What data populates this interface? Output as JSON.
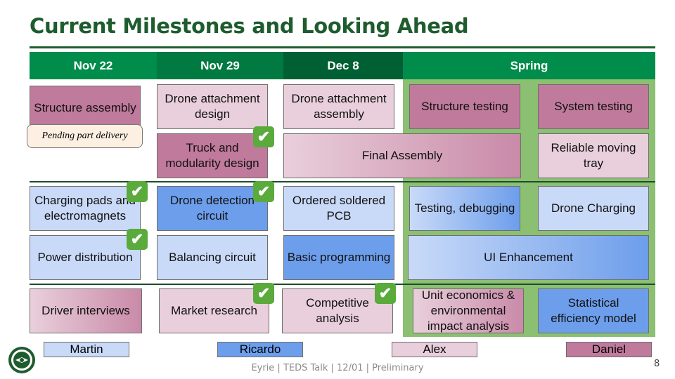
{
  "title": "Current Milestones and Looking Ahead",
  "colors": {
    "title": "#1e5c2e",
    "header_green": "#008c4a",
    "spring_bg": "#8bbf72",
    "pink": "#e9cfdb",
    "mauve": "#c07a9c",
    "light_blue": "#c9daf8",
    "blue": "#6d9eeb"
  },
  "headers": [
    "Nov 22",
    "Nov 29",
    "Dec 8",
    "Spring"
  ],
  "tasks": {
    "structure_assembly": "Structure assembly",
    "pending_note": "Pending part delivery",
    "drone_attachment_design": "Drone attachment design",
    "truck_modularity_design": "Truck and modularity design",
    "drone_attachment_assembly": "Drone attachment assembly",
    "final_assembly": "Final Assembly",
    "structure_testing": "Structure testing",
    "system_testing": "System testing",
    "reliable_moving_tray": "Reliable moving tray",
    "charging_pads": "Charging pads and electromagnets",
    "power_distribution": "Power distribution",
    "drone_detection": "Drone detection circuit",
    "balancing_circuit": "Balancing circuit",
    "ordered_pcb": "Ordered soldered PCB",
    "basic_programming": "Basic programming",
    "testing_debugging": "Testing, debugging",
    "drone_charging": "Drone Charging",
    "ui_enhancement": "UI Enhancement",
    "driver_interviews": "Driver interviews",
    "market_research": "Market research",
    "competitive_analysis": "Competitive analysis",
    "unit_economics": "Unit economics & environmental impact analysis",
    "statistical_model": "Statistical efficiency model"
  },
  "legend": [
    "Martin",
    "Ricardo",
    "Alex",
    "Daniel"
  ],
  "footer": "Eyrie | TEDS Talk | 12/01 | Preliminary",
  "page_number": "8",
  "icons": {
    "check": "check-mark-icon",
    "logo": "eyrie-logo-icon"
  }
}
